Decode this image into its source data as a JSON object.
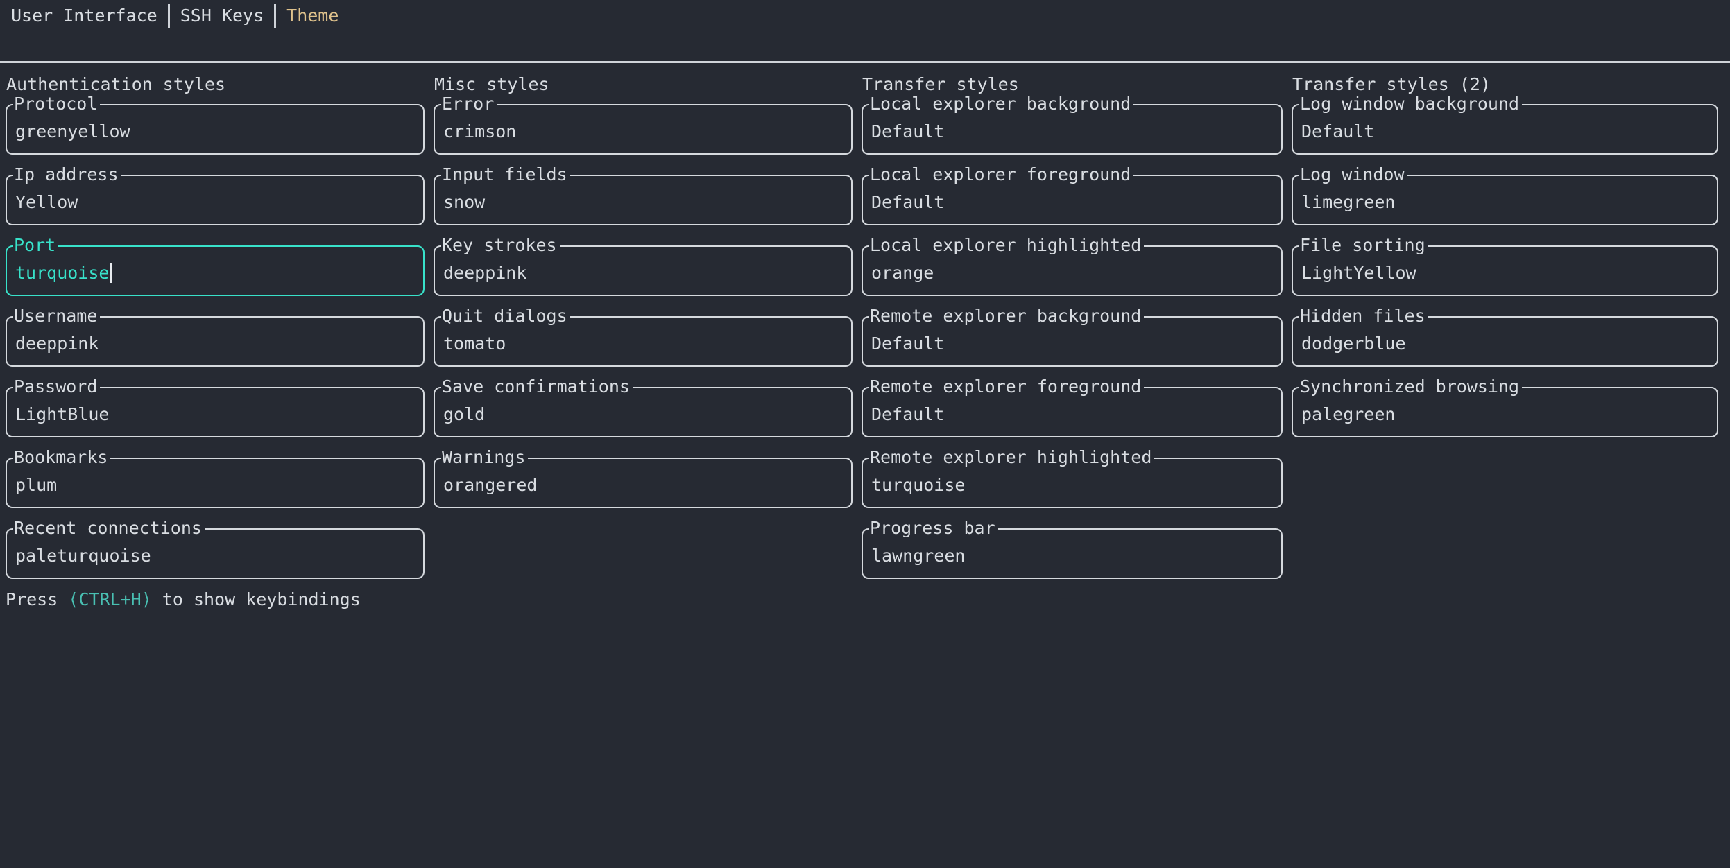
{
  "tabs": {
    "separator": "│",
    "items": [
      {
        "label": "User Interface",
        "active": false
      },
      {
        "label": "SSH Keys",
        "active": false
      },
      {
        "label": "Theme",
        "active": true
      }
    ]
  },
  "sections": [
    {
      "title": "Authentication styles",
      "fields": [
        {
          "label": "Protocol",
          "value": "greenyellow",
          "focused": false
        },
        {
          "label": "Ip address",
          "value": "Yellow",
          "focused": false
        },
        {
          "label": "Port",
          "value": "turquoise",
          "focused": true
        },
        {
          "label": "Username",
          "value": "deeppink",
          "focused": false
        },
        {
          "label": "Password",
          "value": "LightBlue",
          "focused": false
        },
        {
          "label": "Bookmarks",
          "value": "plum",
          "focused": false
        },
        {
          "label": "Recent connections",
          "value": "paleturquoise",
          "focused": false
        }
      ]
    },
    {
      "title": "Misc styles",
      "fields": [
        {
          "label": "Error",
          "value": "crimson",
          "focused": false
        },
        {
          "label": "Input fields",
          "value": "snow",
          "focused": false
        },
        {
          "label": "Key strokes",
          "value": "deeppink",
          "focused": false
        },
        {
          "label": "Quit dialogs",
          "value": "tomato",
          "focused": false
        },
        {
          "label": "Save confirmations",
          "value": "gold",
          "focused": false
        },
        {
          "label": "Warnings",
          "value": "orangered",
          "focused": false
        }
      ]
    },
    {
      "title": "Transfer styles",
      "fields": [
        {
          "label": "Local explorer background",
          "value": "Default",
          "focused": false
        },
        {
          "label": "Local explorer foreground",
          "value": "Default",
          "focused": false
        },
        {
          "label": "Local explorer highlighted",
          "value": "orange",
          "focused": false
        },
        {
          "label": "Remote explorer background",
          "value": "Default",
          "focused": false
        },
        {
          "label": "Remote explorer foreground",
          "value": "Default",
          "focused": false
        },
        {
          "label": "Remote explorer highlighted",
          "value": "turquoise",
          "focused": false
        },
        {
          "label": "Progress bar",
          "value": "lawngreen",
          "focused": false
        }
      ]
    },
    {
      "title": "Transfer styles (2)",
      "fields": [
        {
          "label": "Log window background",
          "value": "Default",
          "focused": false
        },
        {
          "label": "Log window",
          "value": "limegreen",
          "focused": false
        },
        {
          "label": "File sorting",
          "value": "LightYellow",
          "focused": false
        },
        {
          "label": "Hidden files",
          "value": "dodgerblue",
          "focused": false
        },
        {
          "label": "Synchronized browsing",
          "value": "palegreen",
          "focused": false
        }
      ]
    }
  ],
  "help": {
    "prefix": "Press ",
    "key": "⟨CTRL+H⟩",
    "suffix": " to show keybindings"
  },
  "colors": {
    "background": "#262a33",
    "text": "#d9dde2",
    "border": "#d5d9de",
    "divider": "#cfd3d9",
    "active_tab": "#dfc28c",
    "focus": "#38e2ca",
    "cursor": "#e8ebef",
    "help_key": "#49c0b3"
  }
}
